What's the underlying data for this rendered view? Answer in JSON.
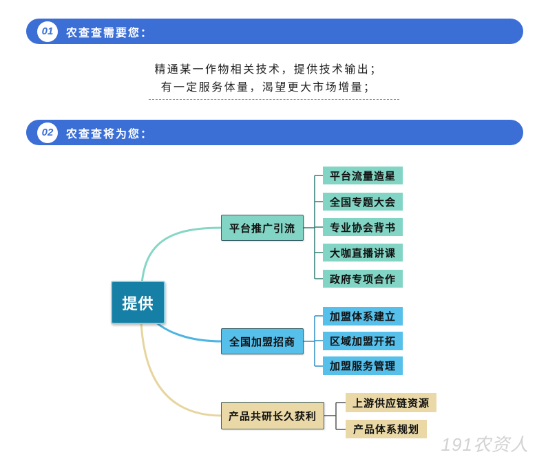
{
  "colors": {
    "banner": "#3b6fd6",
    "root": "#167fa5",
    "branch1": "#82d5c4",
    "branch2": "#56bfea",
    "branch3": "#ead9a7"
  },
  "sections": [
    {
      "number": "01",
      "title": "农查查需要您："
    },
    {
      "number": "02",
      "title": "农查查将为您："
    }
  ],
  "needs": [
    "精通某一作物相关技术，提供技术输出；",
    "有一定服务体量，渴望更大市场增量；"
  ],
  "mindmap": {
    "root": "提供",
    "branches": [
      {
        "label": "平台推广引流",
        "children": [
          "平台流量造星",
          "全国专题大会",
          "专业协会背书",
          "大咖直播讲课",
          "政府专项合作"
        ]
      },
      {
        "label": "全国加盟招商",
        "children": [
          "加盟体系建立",
          "区域加盟开拓",
          "加盟服务管理"
        ]
      },
      {
        "label": "产品共研长久获利",
        "children": [
          "上游供应链资源",
          "产品体系规划"
        ]
      }
    ]
  },
  "watermark": "191农资人"
}
